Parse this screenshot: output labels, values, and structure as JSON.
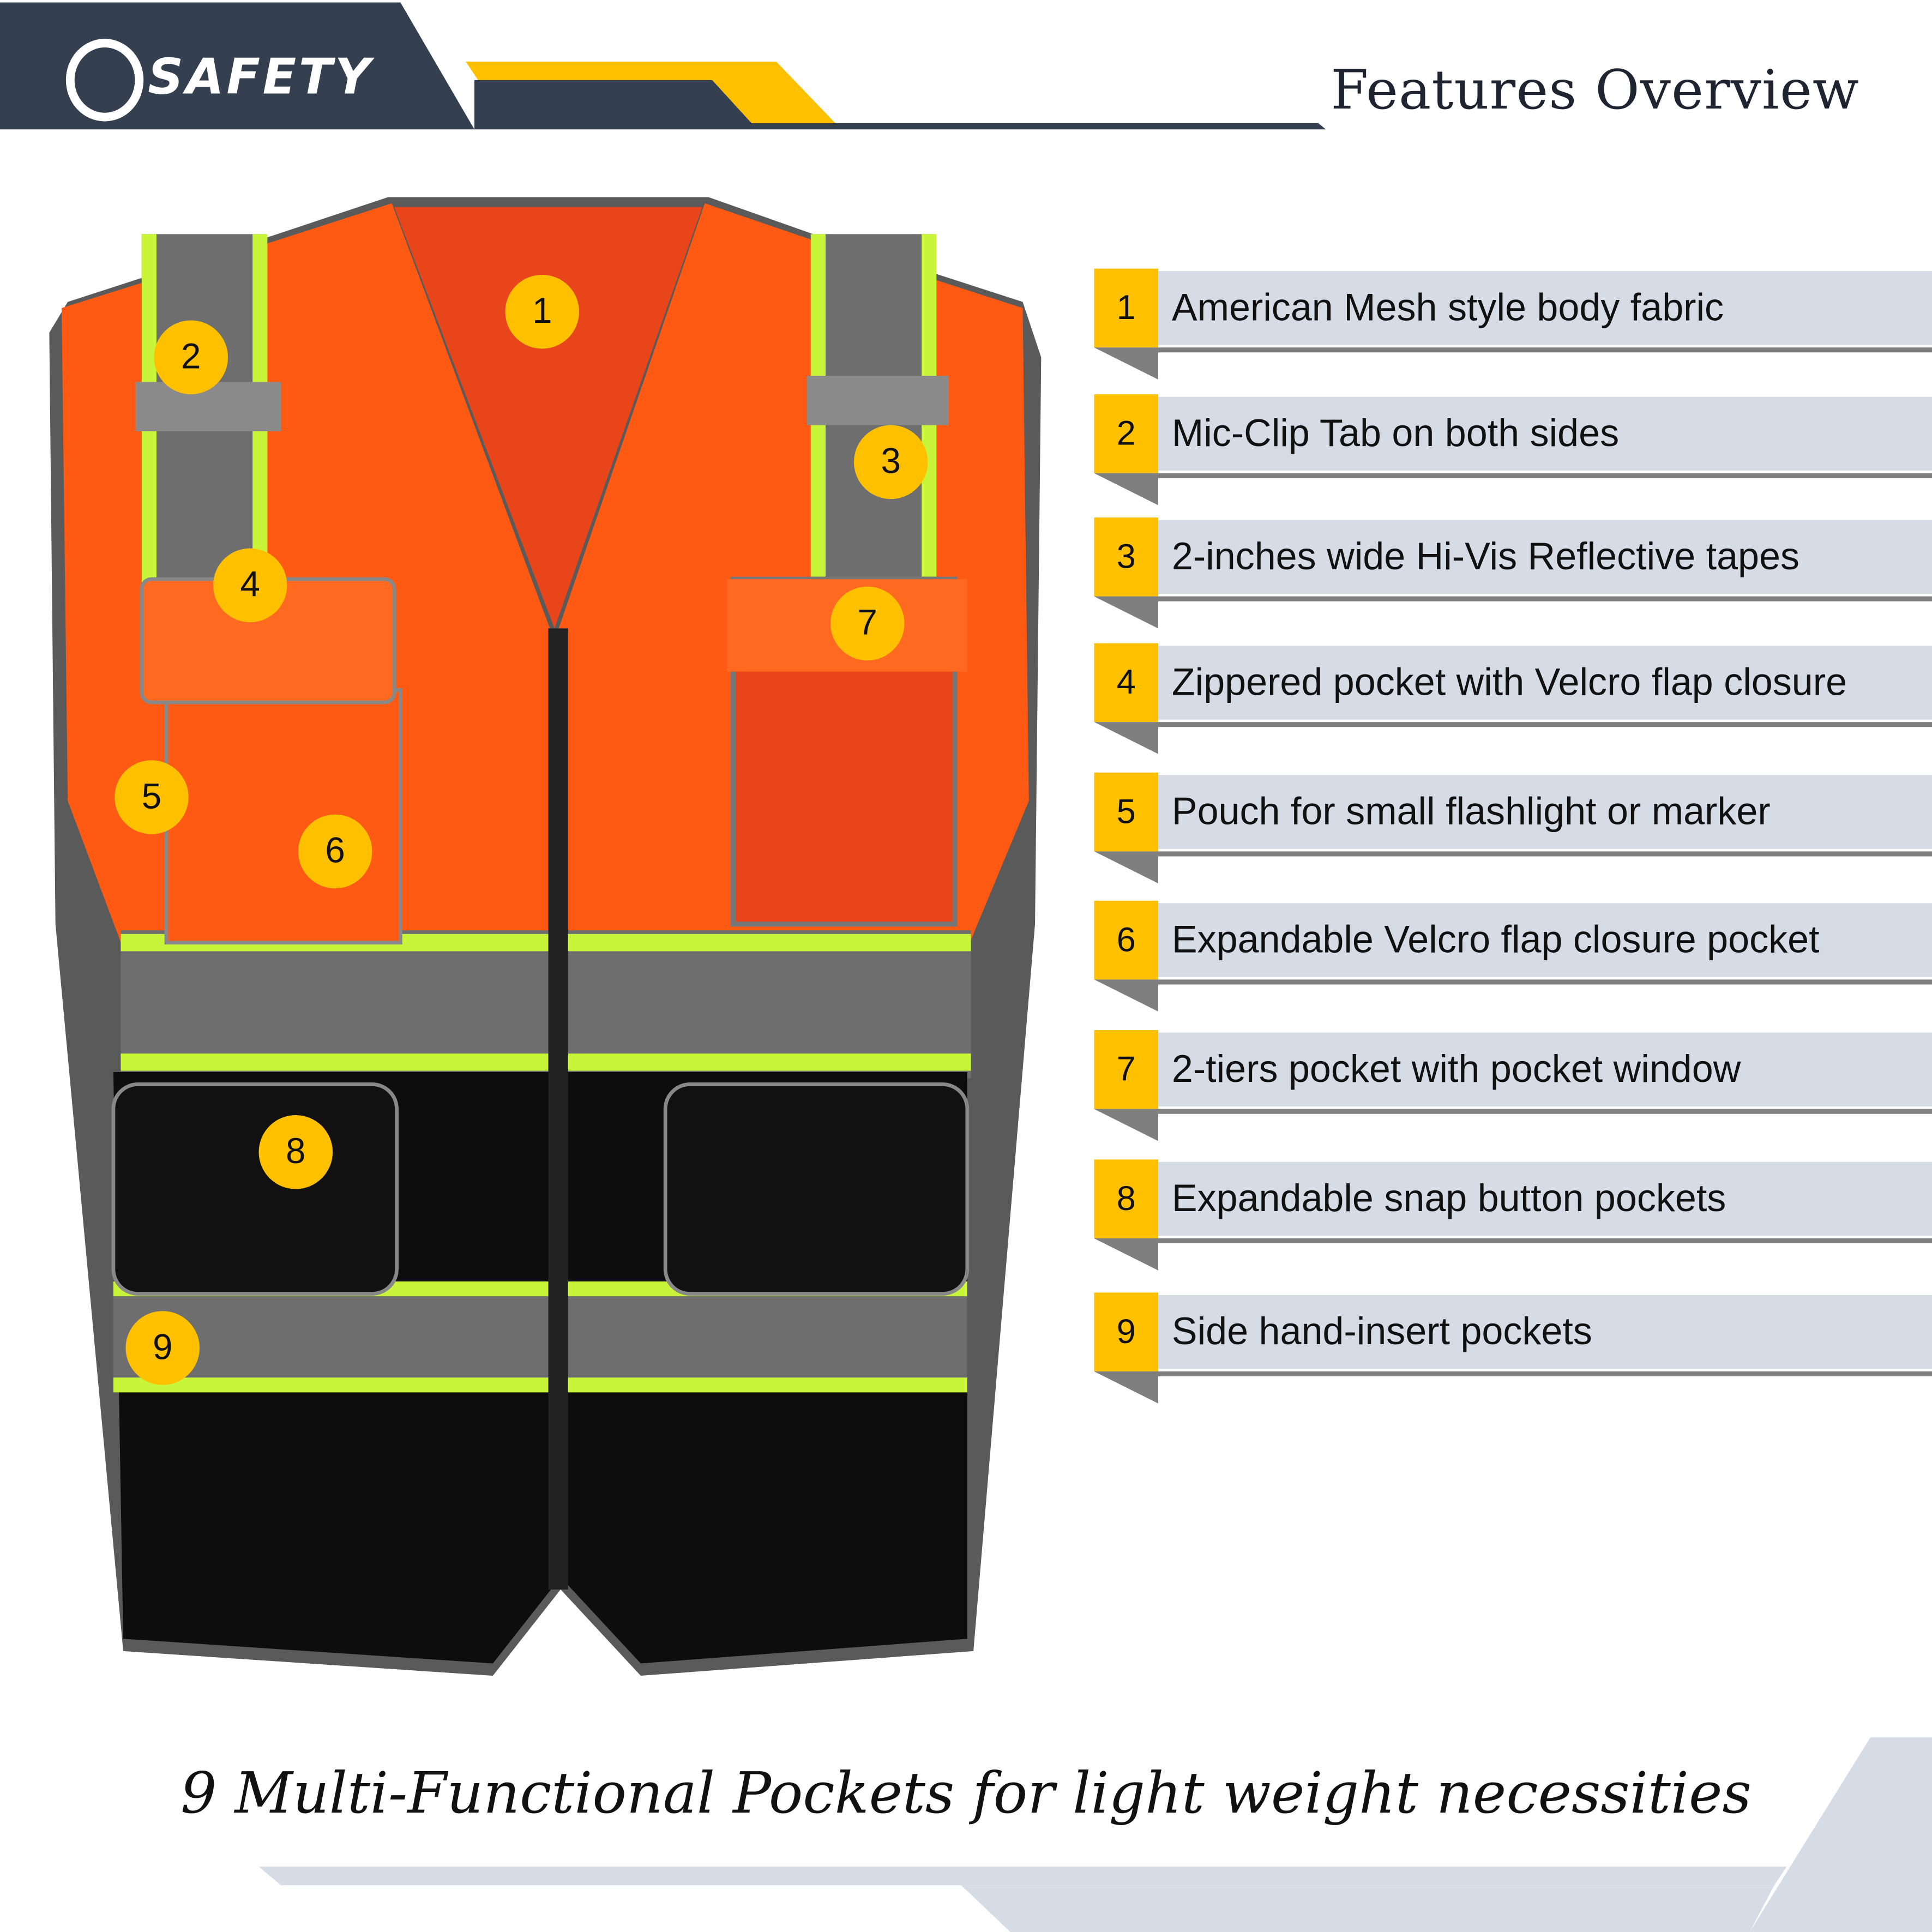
{
  "header": {
    "logo_text": "SAFETY",
    "title": "Features Overview",
    "colors": {
      "navy": "#343f50",
      "yellow": "#ffc000"
    }
  },
  "features": [
    {
      "number": "1",
      "label": "American Mesh style body fabric"
    },
    {
      "number": "2",
      "label": "Mic-Clip Tab on both sides"
    },
    {
      "number": "3",
      "label": "2-inches wide Hi-Vis Reflective tapes"
    },
    {
      "number": "4",
      "label": "Zippered pocket with Velcro flap closure"
    },
    {
      "number": "5",
      "label": "Pouch for small flashlight or marker"
    },
    {
      "number": "6",
      "label": "Expandable Velcro flap closure pocket"
    },
    {
      "number": "7",
      "label": "2-tiers pocket with pocket window"
    },
    {
      "number": "8",
      "label": "Expandable snap button pockets"
    },
    {
      "number": "9",
      "label": "Side hand-insert pockets"
    }
  ],
  "vest_badges": [
    "1",
    "2",
    "3",
    "4",
    "5",
    "6",
    "7",
    "8",
    "9"
  ],
  "tagline": "9 Multi-Functional Pockets for light weight necessities"
}
